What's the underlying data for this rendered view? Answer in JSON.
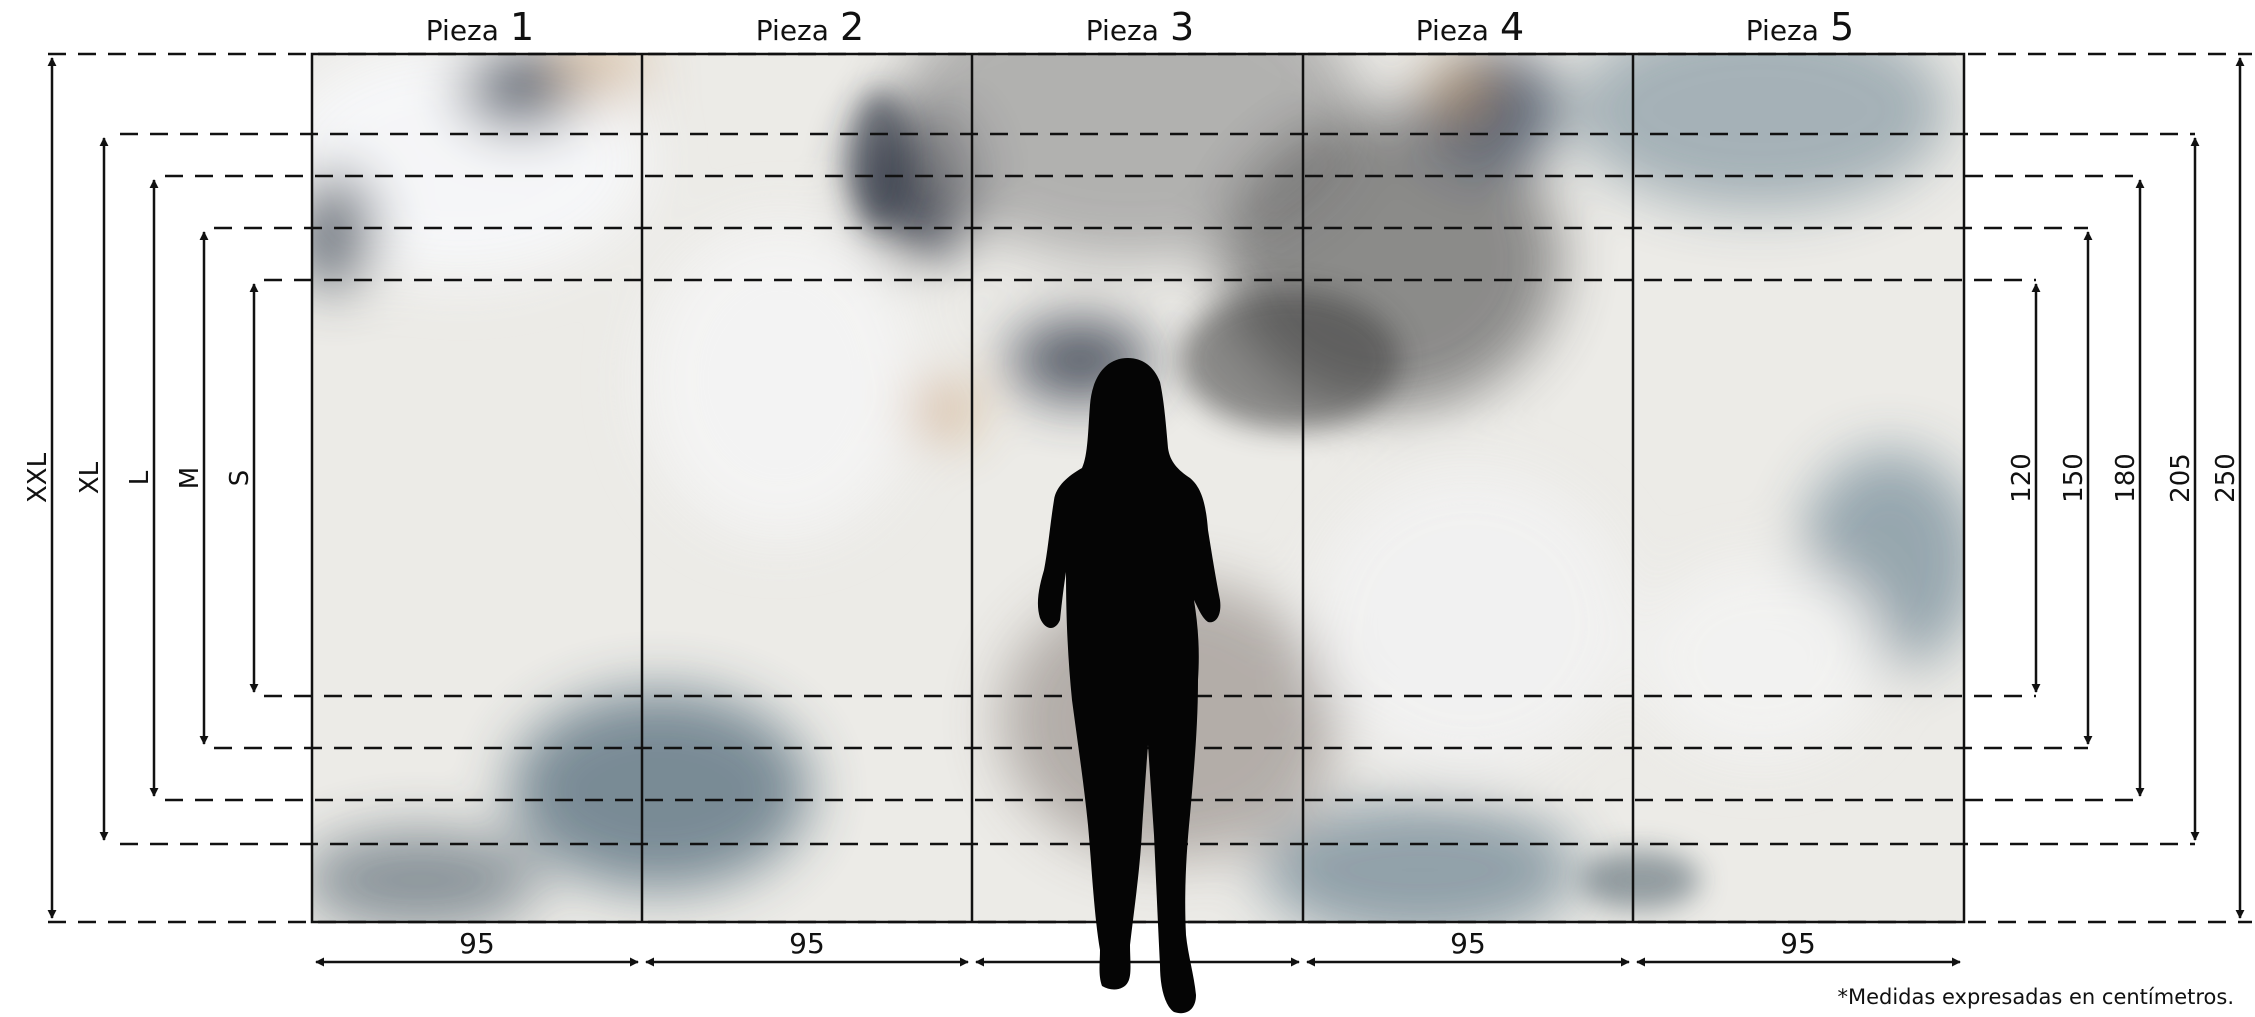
{
  "diagram": {
    "pieces": [
      {
        "prefix": "Pieza",
        "number": "1",
        "width": "95"
      },
      {
        "prefix": "Pieza",
        "number": "2",
        "width": "95"
      },
      {
        "prefix": "Pieza",
        "number": "3",
        "width": ""
      },
      {
        "prefix": "Pieza",
        "number": "4",
        "width": "95"
      },
      {
        "prefix": "Pieza",
        "number": "5",
        "width": "95"
      }
    ],
    "sizes": [
      {
        "label": "XXL",
        "height": "250"
      },
      {
        "label": "XL",
        "height": "205"
      },
      {
        "label": "L",
        "height": "180"
      },
      {
        "label": "M",
        "height": "150"
      },
      {
        "label": "S",
        "height": "120"
      }
    ],
    "footnote": "*Medidas expresadas en centímetros.",
    "colors": {
      "line": "#111111",
      "silhouette": "#050505",
      "mural_base": "#ecebe7",
      "ink_blue": "#5d7585",
      "ink_grey": "#6e6e6e",
      "ink_ochre": "#c79a63"
    }
  }
}
